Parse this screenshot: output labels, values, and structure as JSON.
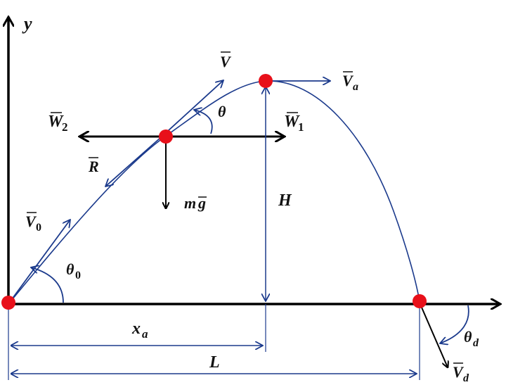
{
  "colors": {
    "axis": "#000000",
    "trajectory": "#1b3a8c",
    "vector_blue": "#1b3a8c",
    "force_black": "#000000",
    "point_red": "#e8101a"
  },
  "labels": {
    "y_axis": "y",
    "velocity": "V",
    "velocity_apex": {
      "main": "V",
      "sub": "a"
    },
    "velocity_initial": {
      "main": "V",
      "sub": "0"
    },
    "velocity_descent": {
      "main": "V",
      "sub": "d"
    },
    "wind_left": {
      "main": "W",
      "sub": "2"
    },
    "wind_right": {
      "main": "W",
      "sub": "1"
    },
    "drag": "R",
    "gravity": {
      "main": "m",
      "vec": "g"
    },
    "angle": "θ",
    "angle_initial": {
      "main": "θ",
      "sub": "0"
    },
    "angle_descent": {
      "main": "θ",
      "sub": "d"
    },
    "height": "H",
    "apex_distance": {
      "main": "x",
      "sub": "a"
    },
    "range": "L"
  }
}
